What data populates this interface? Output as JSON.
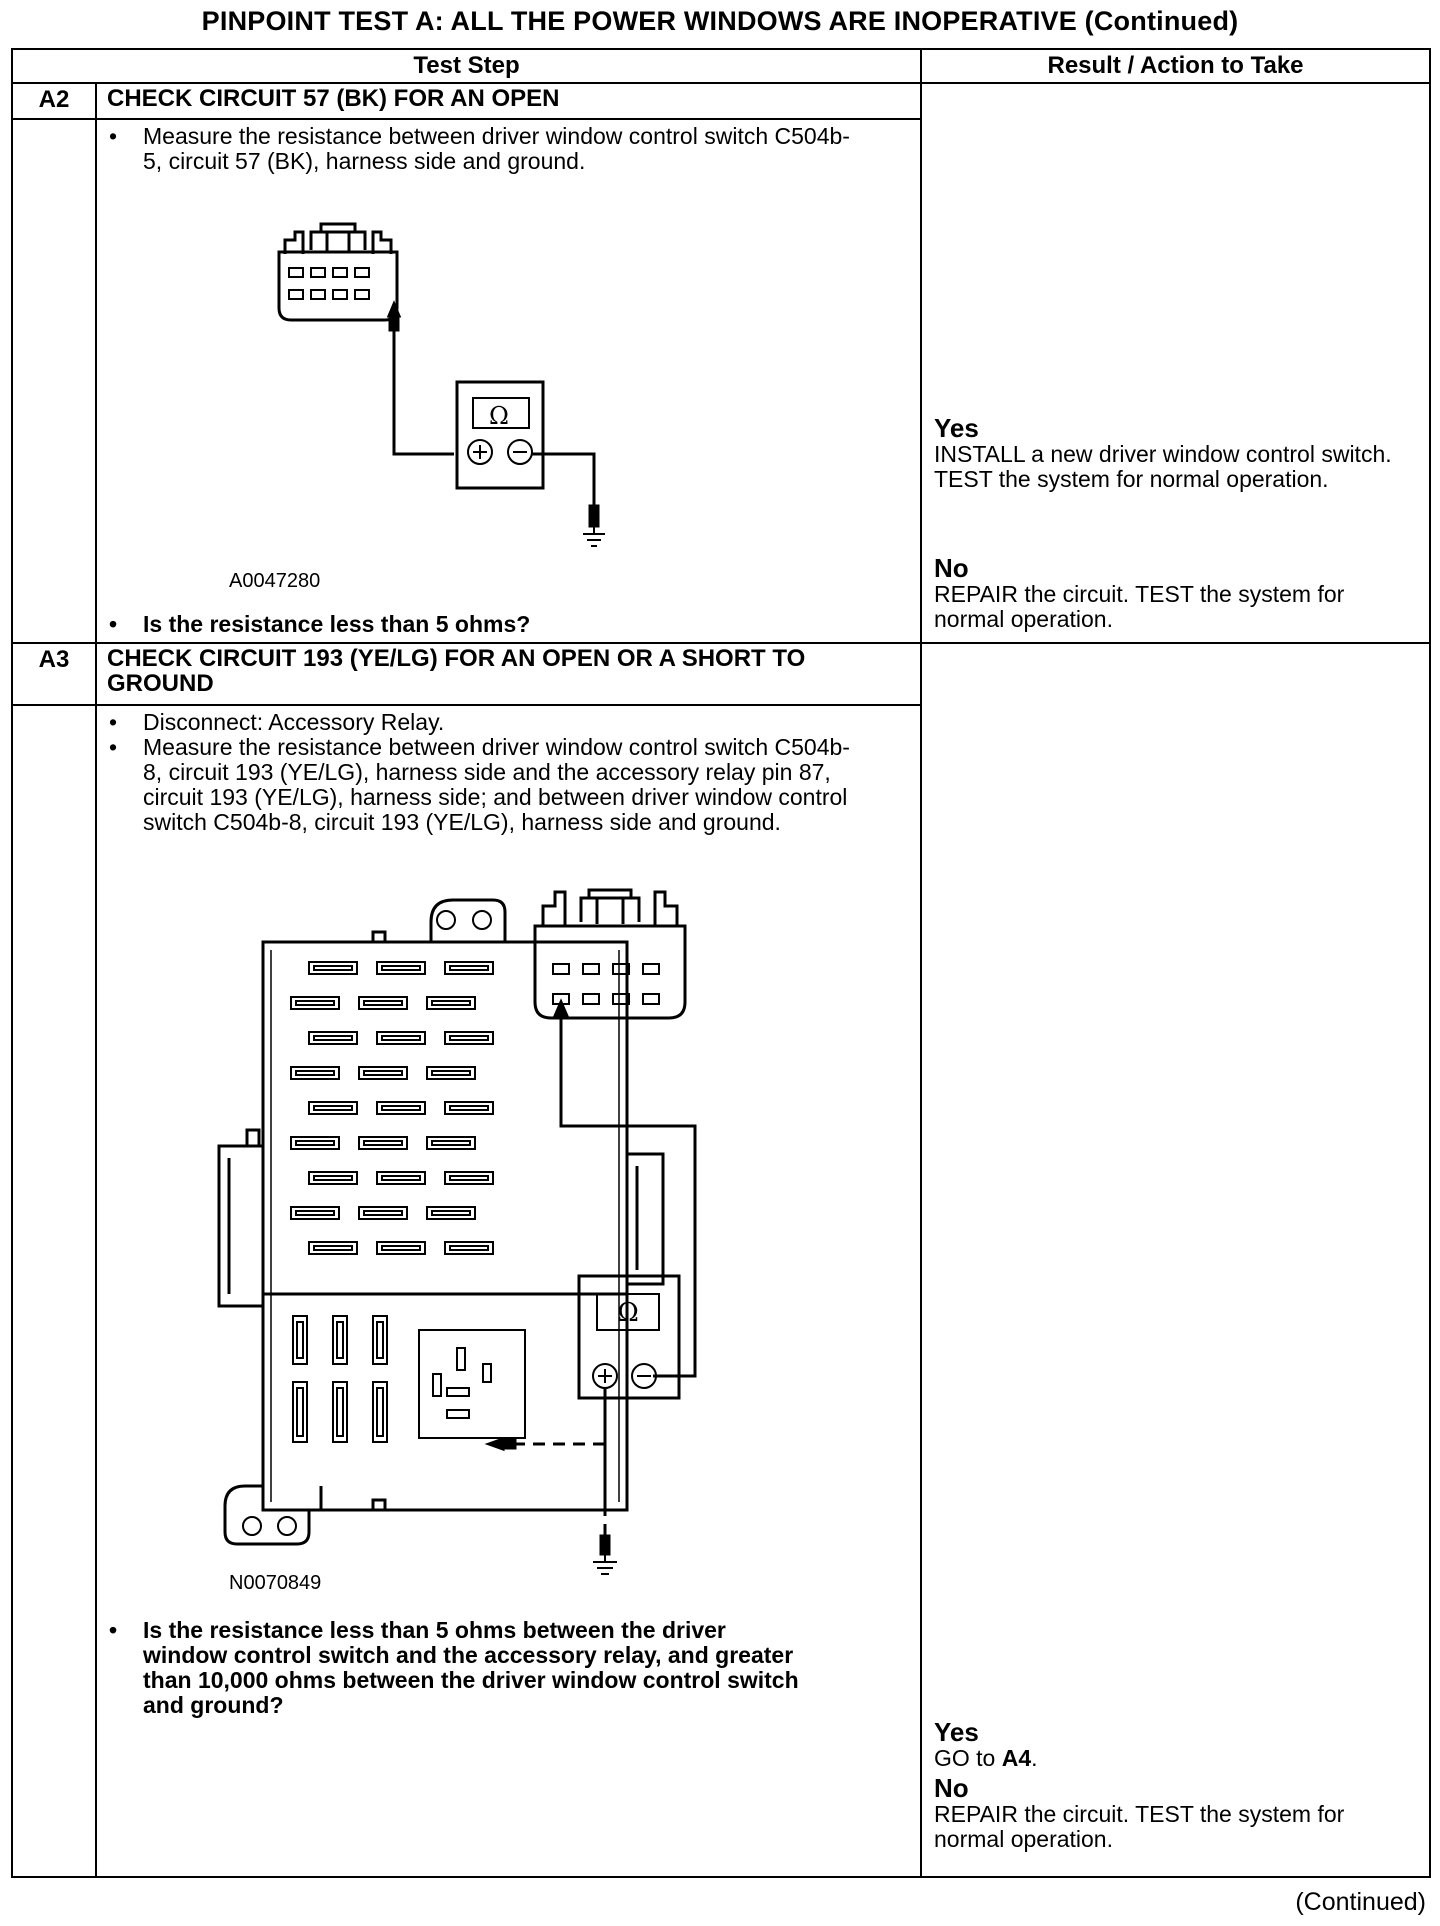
{
  "title": "PINPOINT TEST  A: ALL THE POWER WINDOWS ARE INOPERATIVE (Continued)",
  "headers": {
    "test_step": "Test Step",
    "result": "Result / Action to Take"
  },
  "steps": [
    {
      "id": "A2",
      "title": "CHECK CIRCUIT 57 (BK) FOR AN OPEN",
      "bullets": [
        "Measure the resistance between driver window control switch C504b-5, circuit 57 (BK), harness side and ground."
      ],
      "figure_id": "A0047280",
      "ohm_symbol": "Ω",
      "question": "Is the resistance less than 5 ohms?",
      "yes_label": "Yes",
      "yes_text": "INSTALL a new driver window control switch. TEST the system for normal operation.",
      "no_label": "No",
      "no_text": "REPAIR the circuit. TEST the system for normal operation."
    },
    {
      "id": "A3",
      "title": "CHECK CIRCUIT 193 (YE/LG) FOR AN OPEN OR A SHORT TO GROUND",
      "bullets": [
        "Disconnect: Accessory Relay.",
        "Measure the resistance between driver window control switch C504b-8, circuit 193 (YE/LG), harness side and the accessory relay pin 87, circuit 193 (YE/LG), harness side; and between driver window control switch  C504b-8, circuit 193 (YE/LG), harness side and ground."
      ],
      "figure_id": "N0070849",
      "ohm_symbol": "Ω",
      "question": "Is the resistance less than 5 ohms between the driver window control switch and the accessory relay, and greater than 10,000 ohms between the driver window control switch and ground?",
      "yes_label": "Yes",
      "yes_text_prefix": "GO to ",
      "yes_text_bold": "A4",
      "yes_text_suffix": ".",
      "no_label": "No",
      "no_text": "REPAIR the circuit. TEST the system for normal operation."
    }
  ],
  "footer": "(Continued)"
}
